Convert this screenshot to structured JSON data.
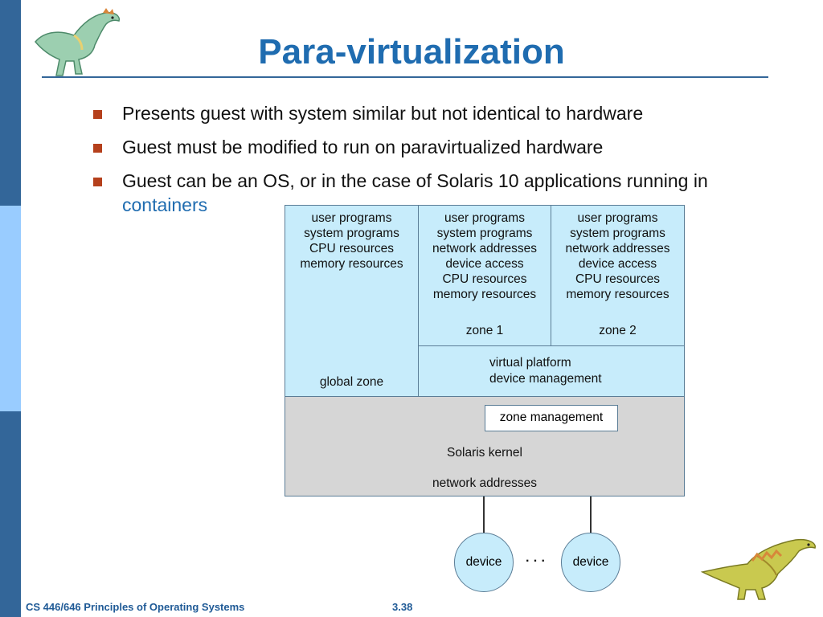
{
  "slide": {
    "title": "Para-virtualization",
    "bullets": [
      "Presents guest with system similar but not identical to hardware",
      "Guest must be modified to run on paravirtualized hardware",
      "Guest can be an OS, or in the case of Solaris 10 applications running in"
    ],
    "bullet3_link": "containers"
  },
  "diagram": {
    "global_zone": {
      "lines": [
        "user programs",
        "system programs",
        "CPU resources",
        "memory resources"
      ],
      "label": "global zone"
    },
    "zone1": {
      "lines": [
        "user programs",
        "system programs",
        "network addresses",
        "device access",
        "CPU resources",
        "memory resources"
      ],
      "label": "zone 1"
    },
    "zone2": {
      "lines": [
        "user programs",
        "system programs",
        "network addresses",
        "device access",
        "CPU resources",
        "memory resources"
      ],
      "label": "zone 2"
    },
    "virtual_platform": [
      "virtual platform",
      "device management"
    ],
    "zone_management": "zone management",
    "kernel": "Solaris kernel",
    "kernel_net": "network addresses",
    "devices": [
      "device",
      "device"
    ],
    "ellipsis": "· · ·"
  },
  "footer": {
    "course": "CS 446/646 Principles of Operating Systems",
    "page": "3.38"
  },
  "colors": {
    "title": "#1f6cb0",
    "sidebar_dark": "#336699",
    "sidebar_light": "#99ccff",
    "bullet": "#b5401c",
    "zone_fill": "#c7ecfb",
    "kernel_fill": "#d6d6d6"
  },
  "icons": [
    "dinosaur-logo-icon",
    "dinosaur-footer-icon"
  ]
}
